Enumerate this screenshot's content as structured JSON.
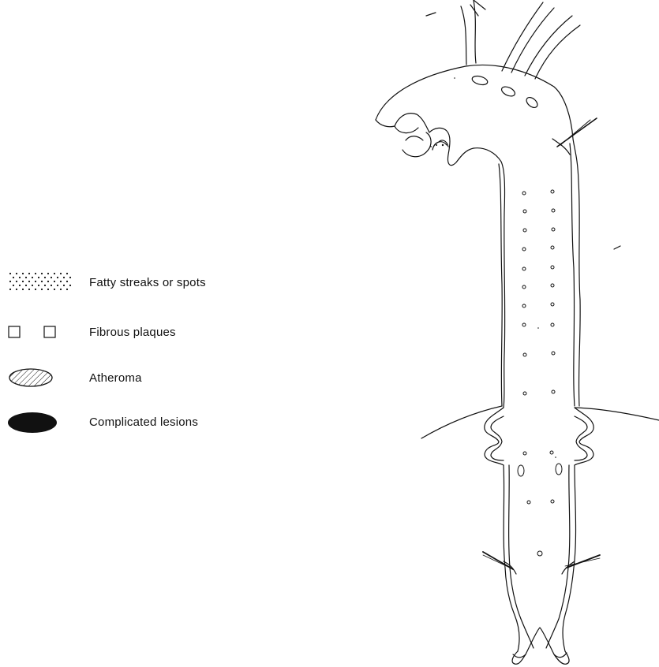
{
  "legend": {
    "items": [
      {
        "label": "Fatty streaks or spots",
        "icon": "stipple-pattern-icon"
      },
      {
        "label": "Fibrous plaques",
        "icon": "open-square-icon"
      },
      {
        "label": "Atheroma",
        "icon": "hatched-ellipse-icon"
      },
      {
        "label": "Complicated lesions",
        "icon": "filled-black-ellipse-icon"
      }
    ]
  },
  "colors": {
    "ink": "#111111",
    "background": "#ffffff"
  }
}
